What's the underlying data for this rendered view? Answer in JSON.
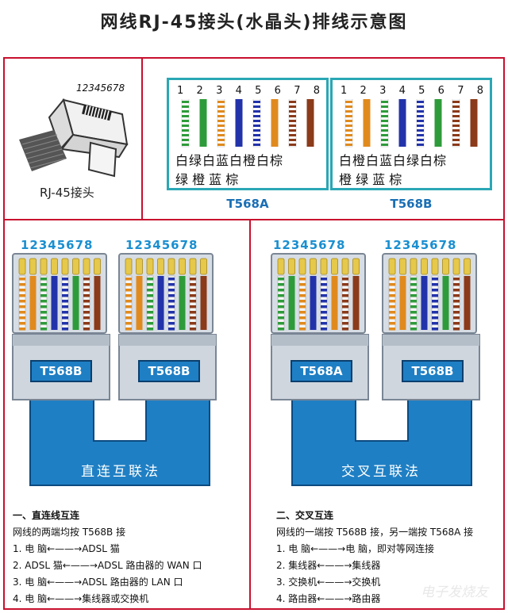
{
  "title": "网线RJ-45接头(水晶头)排线示意图",
  "rj45": {
    "digits": "12345678",
    "caption": "RJ-45接头"
  },
  "t568a": {
    "label": "T568A",
    "numbers": [
      "1",
      "2",
      "3",
      "4",
      "5",
      "6",
      "7",
      "8"
    ],
    "top_chars": "白绿白蓝白橙白棕",
    "bottom_chars": "绿 橙 蓝 棕",
    "wire_colors": [
      "#2e9b3a",
      "#2e9b3a",
      "#e08a1e",
      "#2233aa",
      "#2233aa",
      "#e08a1e",
      "#8b3a1a",
      "#8b3a1a"
    ],
    "striped": [
      true,
      false,
      true,
      false,
      true,
      false,
      true,
      false
    ]
  },
  "t568b": {
    "label": "T568B",
    "numbers": [
      "1",
      "2",
      "3",
      "4",
      "5",
      "6",
      "7",
      "8"
    ],
    "top_chars": "白橙白蓝白绿白棕",
    "bottom_chars": "橙 绿 蓝 棕",
    "wire_colors": [
      "#e08a1e",
      "#e08a1e",
      "#2e9b3a",
      "#2233aa",
      "#2233aa",
      "#2e9b3a",
      "#8b3a1a",
      "#8b3a1a"
    ],
    "striped": [
      true,
      false,
      true,
      false,
      true,
      false,
      true,
      false
    ]
  },
  "pin_numbers": "12345678",
  "straight": {
    "plug_left": "T568B",
    "plug_right": "T568B",
    "cable_text": "直连互联法",
    "heading": "一、直连线互连",
    "desc": "网线的两端均按 T568B 接",
    "items": [
      "1. 电    脑←——→ADSL 猫",
      "2. ADSL 猫←——→ADSL 路由器的 WAN 口",
      "3. 电    脑←——→ADSL 路由器的 LAN 口",
      "4. 电    脑←——→集线器或交换机"
    ]
  },
  "cross": {
    "plug_left": "T568A",
    "plug_right": "T568B",
    "cable_text": "交叉互联法",
    "heading": "二、交叉互连",
    "desc": "网线的一端按 T568B 接，另一端按 T568A 接",
    "items": [
      "1. 电    脑←——→电    脑，即对等网连接",
      "2. 集线器←——→集线器",
      "3. 交换机←——→交换机",
      "4. 路由器←——→路由器"
    ]
  },
  "watermark": "电子发烧友"
}
